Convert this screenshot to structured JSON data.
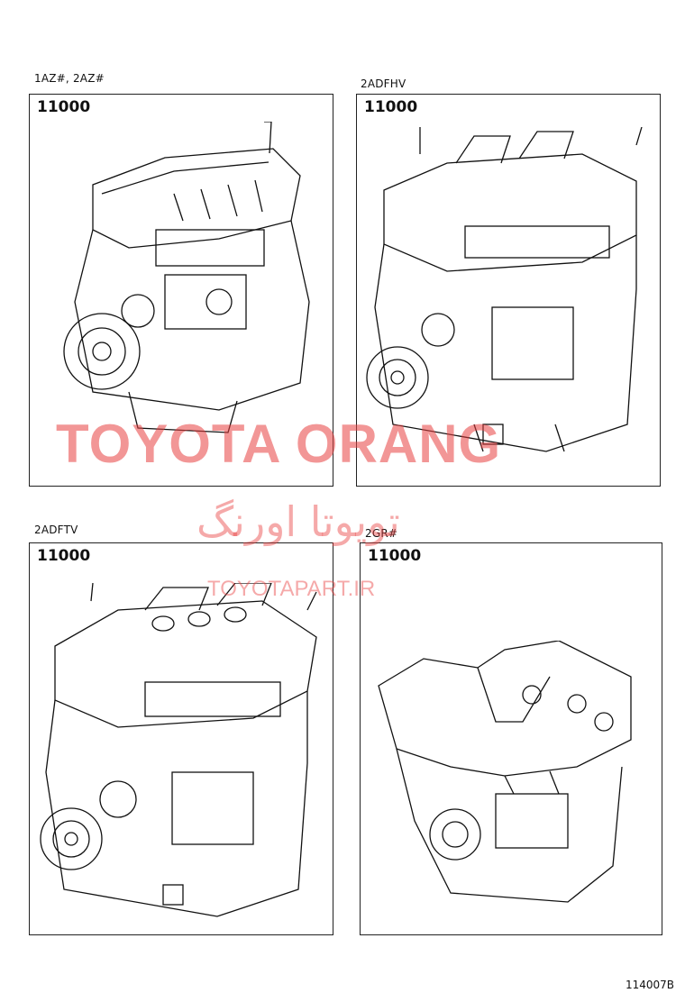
{
  "panels": [
    {
      "caption": "1AZ#, 2AZ#",
      "part_number": "11000"
    },
    {
      "caption": "2ADFHV",
      "part_number": "11000"
    },
    {
      "caption": "2ADFTV",
      "part_number": "11000"
    },
    {
      "caption": "2GR#",
      "part_number": "11000"
    }
  ],
  "watermark": {
    "main": "TOYOTA ORANG",
    "persian": "تویوتا اورنگ",
    "site": "TOYOTAPART.IR",
    "color": "#e84040"
  },
  "figure_number": "114007B"
}
